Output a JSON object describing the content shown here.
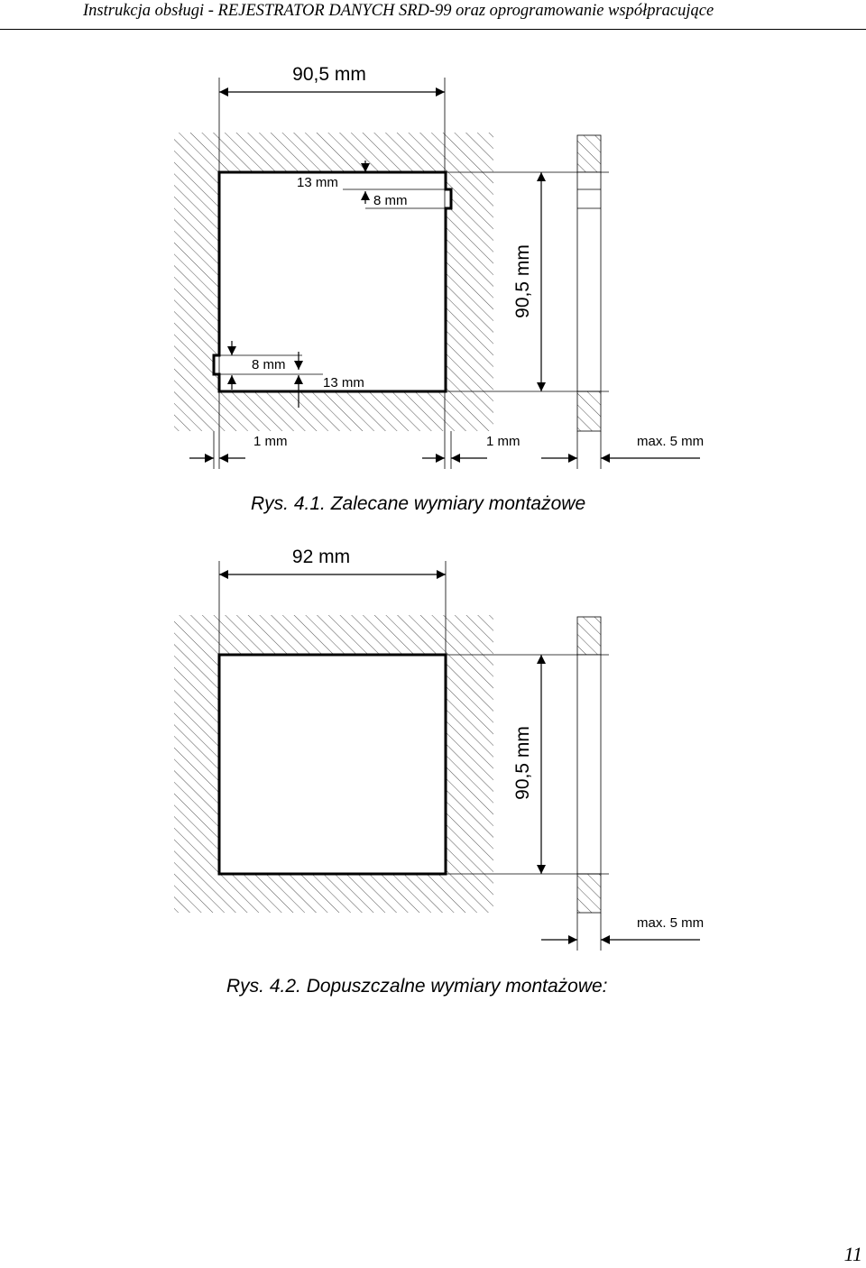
{
  "header": {
    "title": "Instrukcja obsługi - REJESTRATOR DANYCH SRD-99 oraz oprogramowanie współpracujące"
  },
  "figure1": {
    "width_label": "90,5 mm",
    "height_label": "90,5 mm",
    "notch_top_width_label": "13 mm",
    "notch_top_height_label": "8 mm",
    "notch_bottom_height_label": "8 mm",
    "notch_bottom_width_label": "13 mm",
    "gap_left_label": "1 mm",
    "gap_right_label": "1 mm",
    "panel_thickness_label": "max. 5 mm",
    "caption": "Rys. 4.1. Zalecane wymiary montażowe"
  },
  "figure2": {
    "width_label": "92 mm",
    "height_label": "90,5 mm",
    "panel_thickness_label": "max. 5 mm",
    "caption": "Rys. 4.2. Dopuszczalne wymiary montażowe:"
  },
  "footer": {
    "page_number": "11"
  }
}
